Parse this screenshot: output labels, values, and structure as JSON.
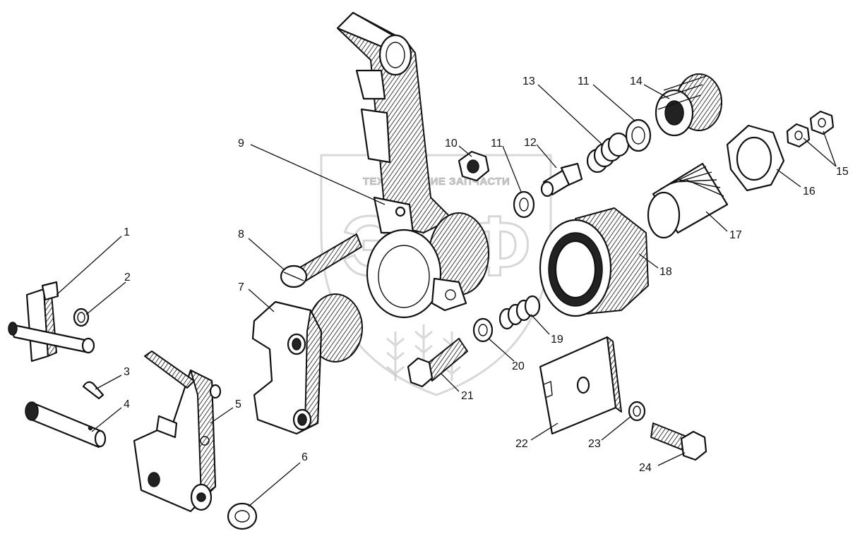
{
  "watermark": {
    "text": "ТЕХНИЧЕСКИЕ ЗАПЧАСТИ",
    "logo": "ЭЛФ"
  },
  "callouts": [
    {
      "id": "c1",
      "label": "1"
    },
    {
      "id": "c2",
      "label": "2"
    },
    {
      "id": "c3",
      "label": "3"
    },
    {
      "id": "c4",
      "label": "4"
    },
    {
      "id": "c5",
      "label": "5"
    },
    {
      "id": "c6",
      "label": "6"
    },
    {
      "id": "c7",
      "label": "7"
    },
    {
      "id": "c8",
      "label": "8"
    },
    {
      "id": "c9",
      "label": "9"
    },
    {
      "id": "c10",
      "label": "10"
    },
    {
      "id": "c11a",
      "label": "11"
    },
    {
      "id": "c11b",
      "label": "11"
    },
    {
      "id": "c12",
      "label": "12"
    },
    {
      "id": "c13",
      "label": "13"
    },
    {
      "id": "c14",
      "label": "14"
    },
    {
      "id": "c15",
      "label": "15"
    },
    {
      "id": "c16",
      "label": "16"
    },
    {
      "id": "c17",
      "label": "17"
    },
    {
      "id": "c18",
      "label": "18"
    },
    {
      "id": "c19",
      "label": "19"
    },
    {
      "id": "c20",
      "label": "20"
    },
    {
      "id": "c21",
      "label": "21"
    },
    {
      "id": "c22",
      "label": "22"
    },
    {
      "id": "c23",
      "label": "23"
    },
    {
      "id": "c24",
      "label": "24"
    }
  ]
}
